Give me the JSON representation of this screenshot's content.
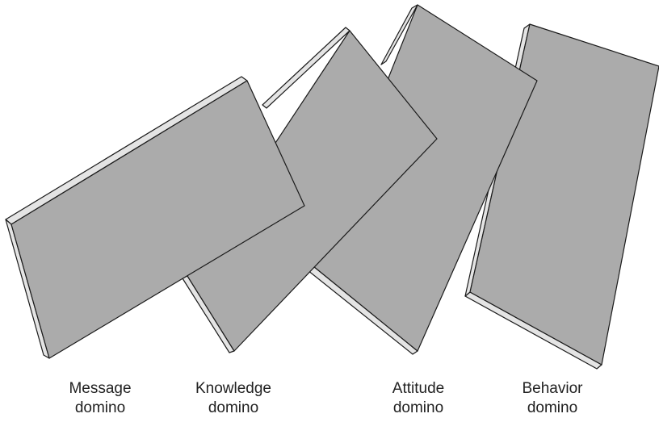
{
  "colors": {
    "face": "#ababab",
    "edge": "#e4e4e4",
    "outline": "#1a1a1a",
    "text": "#222222"
  },
  "dominoes": [
    {
      "id": "message",
      "line1": "Message",
      "line2": "domino"
    },
    {
      "id": "knowledge",
      "line1": "Knowledge",
      "line2": "domino"
    },
    {
      "id": "attitude",
      "line1": "Attitude",
      "line2": "domino"
    },
    {
      "id": "behavior",
      "line1": "Behavior",
      "line2": "domino"
    }
  ]
}
